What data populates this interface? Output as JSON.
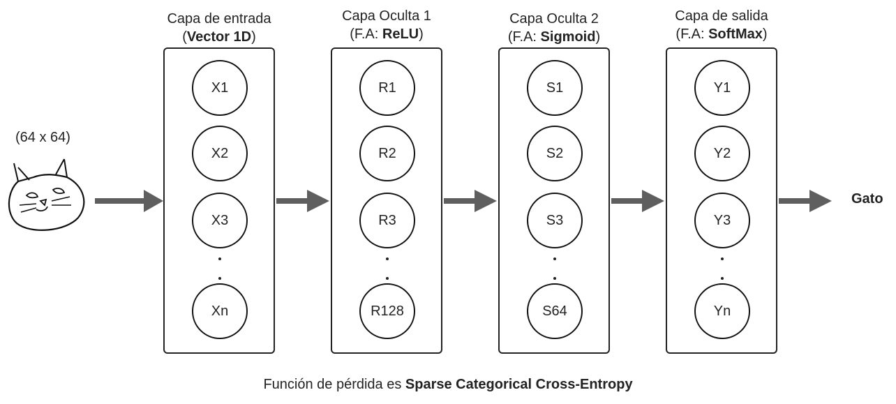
{
  "input": {
    "size_label": "(64 x 64)",
    "image": "cat-drawing"
  },
  "layers": [
    {
      "title": "Capa de entrada",
      "sub_prefix": "(",
      "sub_bold": "Vector 1D",
      "sub_suffix": ")",
      "nodes": [
        "X1",
        "X2",
        "X3",
        "Xn"
      ]
    },
    {
      "title": "Capa Oculta 1",
      "sub_prefix": "(F.A: ",
      "sub_bold": "ReLU",
      "sub_suffix": ")",
      "nodes": [
        "R1",
        "R2",
        "R3",
        "R128"
      ]
    },
    {
      "title": "Capa Oculta 2",
      "sub_prefix": "(F.A: ",
      "sub_bold": "Sigmoid",
      "sub_suffix": ")",
      "nodes": [
        "S1",
        "S2",
        "S3",
        "S64"
      ]
    },
    {
      "title": "Capa de salida",
      "sub_prefix": "(F.A: ",
      "sub_bold": "SoftMax",
      "sub_suffix": ")",
      "nodes": [
        "Y1",
        "Y2",
        "Y3",
        "Yn"
      ]
    }
  ],
  "output": {
    "label": "Gato"
  },
  "footer": {
    "prefix": "Función de pérdida es ",
    "bold": "Sparse Categorical Cross-Entropy"
  },
  "colors": {
    "arrow": "#5f5f5f",
    "stroke": "#222222"
  }
}
